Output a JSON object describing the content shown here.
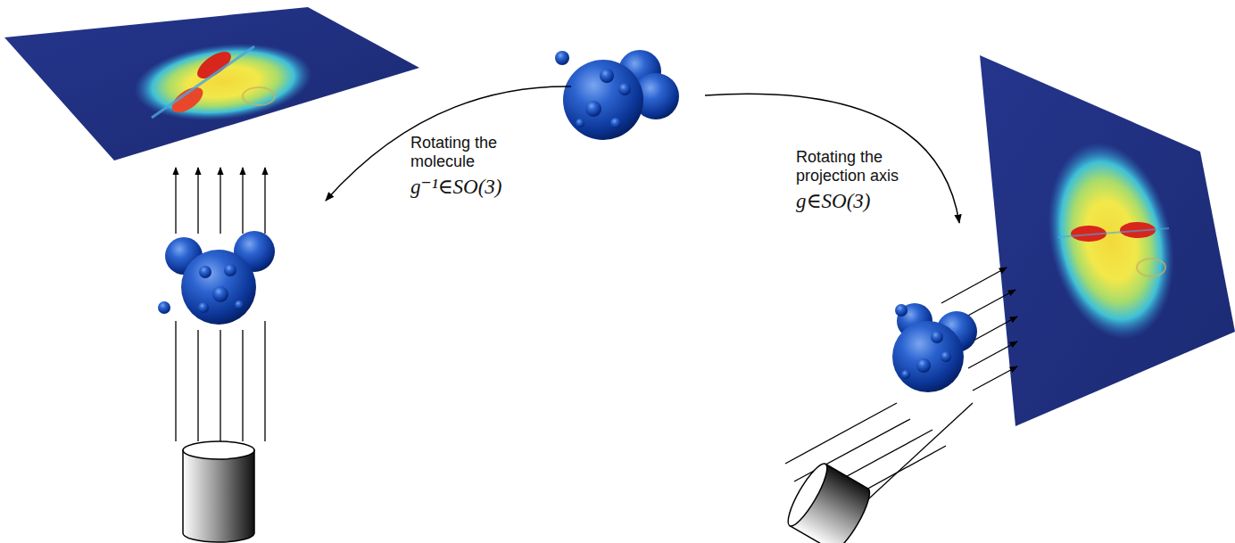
{
  "diagram": {
    "labels": [
      "Rotating the molecule",
      "g⁻¹∈SO(3)",
      "Rotating the projection axis",
      "g∈SO(3)"
    ]
  }
}
